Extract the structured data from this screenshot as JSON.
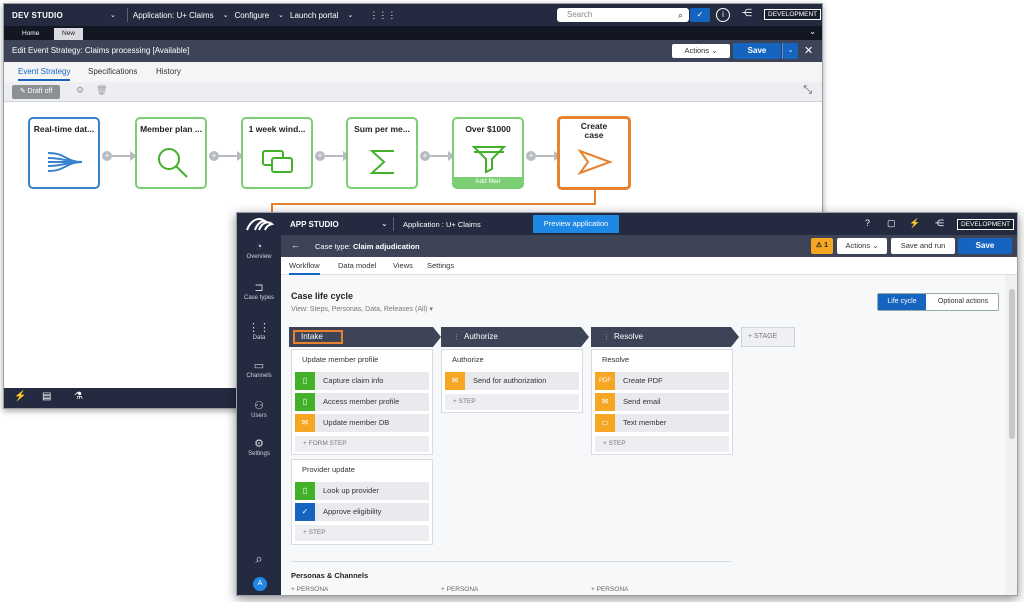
{
  "dev": {
    "brand": "DEV STUDIO",
    "application_label": "Application: U+ Claims",
    "configure_label": "Configure",
    "launch_label": "Launch portal",
    "search_placeholder": "Search",
    "env_badge": "DEVELOPMENT",
    "tabs": {
      "home": "Home",
      "new": "New"
    },
    "edit_title": "Edit  Event Strategy: Claims processing [Available]",
    "actions_label": "Actions",
    "save_label": "Save",
    "subtabs": [
      "Event Strategy",
      "Specifications",
      "History"
    ],
    "draft_label": "Draft off",
    "nodes": [
      {
        "label": "Real-time dat..."
      },
      {
        "label": "Member plan ..."
      },
      {
        "label": "1 week wind..."
      },
      {
        "label": "Sum per me..."
      },
      {
        "label": "Over $1000",
        "footer": "Add filter"
      },
      {
        "label": "Create case"
      }
    ],
    "node_icons": [
      "data-stream-icon",
      "search-icon",
      "window-icon",
      "sum-icon",
      "filter-icon",
      "create-case-icon"
    ]
  },
  "app": {
    "brand": "APP STUDIO",
    "application_label": "Application :  U+ Claims",
    "preview_label": "Preview application",
    "env_badge": "DEVELOPMENT",
    "nav": [
      {
        "label": "Overview",
        "icon": "gauge-icon"
      },
      {
        "label": "Case types",
        "icon": "case-type-icon"
      },
      {
        "label": "Data",
        "icon": "grid-icon"
      },
      {
        "label": "Channels",
        "icon": "monitor-icon"
      },
      {
        "label": "Users",
        "icon": "users-icon"
      },
      {
        "label": "Settings",
        "icon": "gear-icon"
      }
    ],
    "avatar_initial": "A",
    "case_type_prefix": "Case type:",
    "case_type_name": "Claim adjudication",
    "warning_count": "1",
    "actions_label": "Actions",
    "save_run_label": "Save and run",
    "save_label": "Save",
    "tabs": [
      "Workflow",
      "Data model",
      "Views",
      "Settings"
    ],
    "life_cycle_title": "Case life cycle",
    "view_label": "View: Steps, Personas, Data, Releases (All)",
    "toggle": {
      "on": "Life cycle",
      "off": "Optional actions"
    },
    "stages": [
      {
        "name": "Intake",
        "processes": [
          {
            "title": "Update member profile",
            "steps": [
              {
                "label": "Capture claim info",
                "kind": "g"
              },
              {
                "label": "Access member profile",
                "kind": "g"
              },
              {
                "label": "Update member DB",
                "kind": "y"
              }
            ],
            "add_label": "FORM STEP"
          },
          {
            "title": "Provider update",
            "steps": [
              {
                "label": "Look up provider",
                "kind": "g"
              },
              {
                "label": "Approve eligibility",
                "kind": "b"
              }
            ],
            "add_label": "STEP"
          }
        ]
      },
      {
        "name": "Authorize",
        "processes": [
          {
            "title": "Authorize",
            "steps": [
              {
                "label": "Send for authorization",
                "kind": "y"
              }
            ],
            "add_label": "STEP"
          }
        ]
      },
      {
        "name": "Resolve",
        "processes": [
          {
            "title": "Resolve",
            "steps": [
              {
                "label": "Create PDF",
                "kind": "y",
                "badge": "PDF"
              },
              {
                "label": "Send email",
                "kind": "y"
              },
              {
                "label": "Text member",
                "kind": "y"
              }
            ],
            "add_label": "STEP"
          }
        ]
      }
    ],
    "add_stage_label": "STAGE",
    "personas_title": "Personas & Channels",
    "persona_label": "PERSONA"
  },
  "colors": {
    "accent": "#1565c0",
    "highlight": "#e9822e",
    "step_green": "#43b02a",
    "step_yellow": "#f5a623",
    "node_green": "#7bcf72"
  }
}
